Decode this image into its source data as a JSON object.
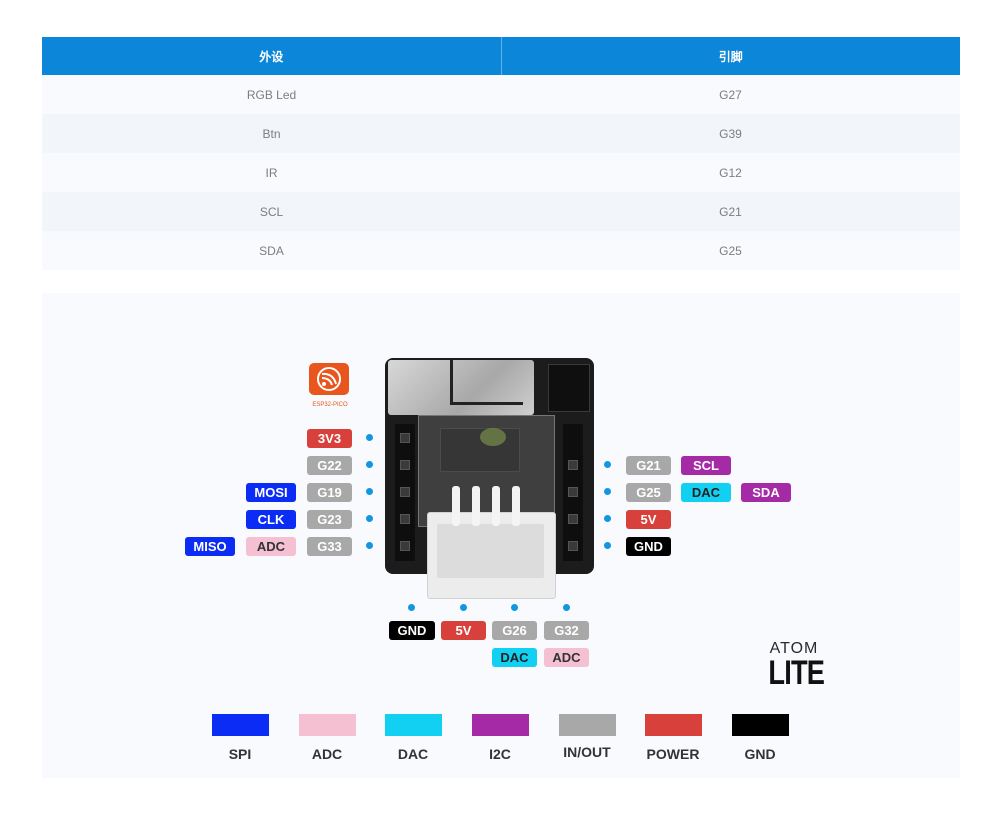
{
  "table": {
    "headers": [
      "外设",
      "引脚"
    ],
    "rows": [
      [
        "RGB Led",
        "G27"
      ],
      [
        "Btn",
        "G39"
      ],
      [
        "IR",
        "G12"
      ],
      [
        "SCL",
        "G21"
      ],
      [
        "SDA",
        "G25"
      ]
    ]
  },
  "colors": {
    "spi": "#0b2cf5",
    "adc": "#f4c0d2",
    "dac": "#11d0f2",
    "i2c": "#a52aa6",
    "inout": "#a8a8a8",
    "power": "#d8413b",
    "gnd": "#000000",
    "header_bg": "#0b86d8",
    "pin_dot": "#1097e0"
  },
  "diagram": {
    "esp_caption": "ESP32-PICO",
    "esp_icon": "espressif-logo-icon",
    "atom_line1": "ATOM",
    "atom_line2": "LITE",
    "left_pins": {
      "p3v3": "3V3",
      "g22": "G22",
      "mosi": "MOSI",
      "g19": "G19",
      "clk": "CLK",
      "g23": "G23",
      "miso": "MISO",
      "adc": "ADC",
      "g33": "G33"
    },
    "right_pins": {
      "g21": "G21",
      "scl": "SCL",
      "g25": "G25",
      "dac": "DAC",
      "sda": "SDA",
      "p5v": "5V",
      "gnd": "GND"
    },
    "bottom_pins": {
      "gnd": "GND",
      "p5v": "5V",
      "g26": "G26",
      "g32": "G32",
      "dac": "DAC",
      "adc": "ADC"
    }
  },
  "legend": [
    "SPI",
    "ADC",
    "DAC",
    "I2C",
    "IN/OUT",
    "POWER",
    "GND"
  ]
}
